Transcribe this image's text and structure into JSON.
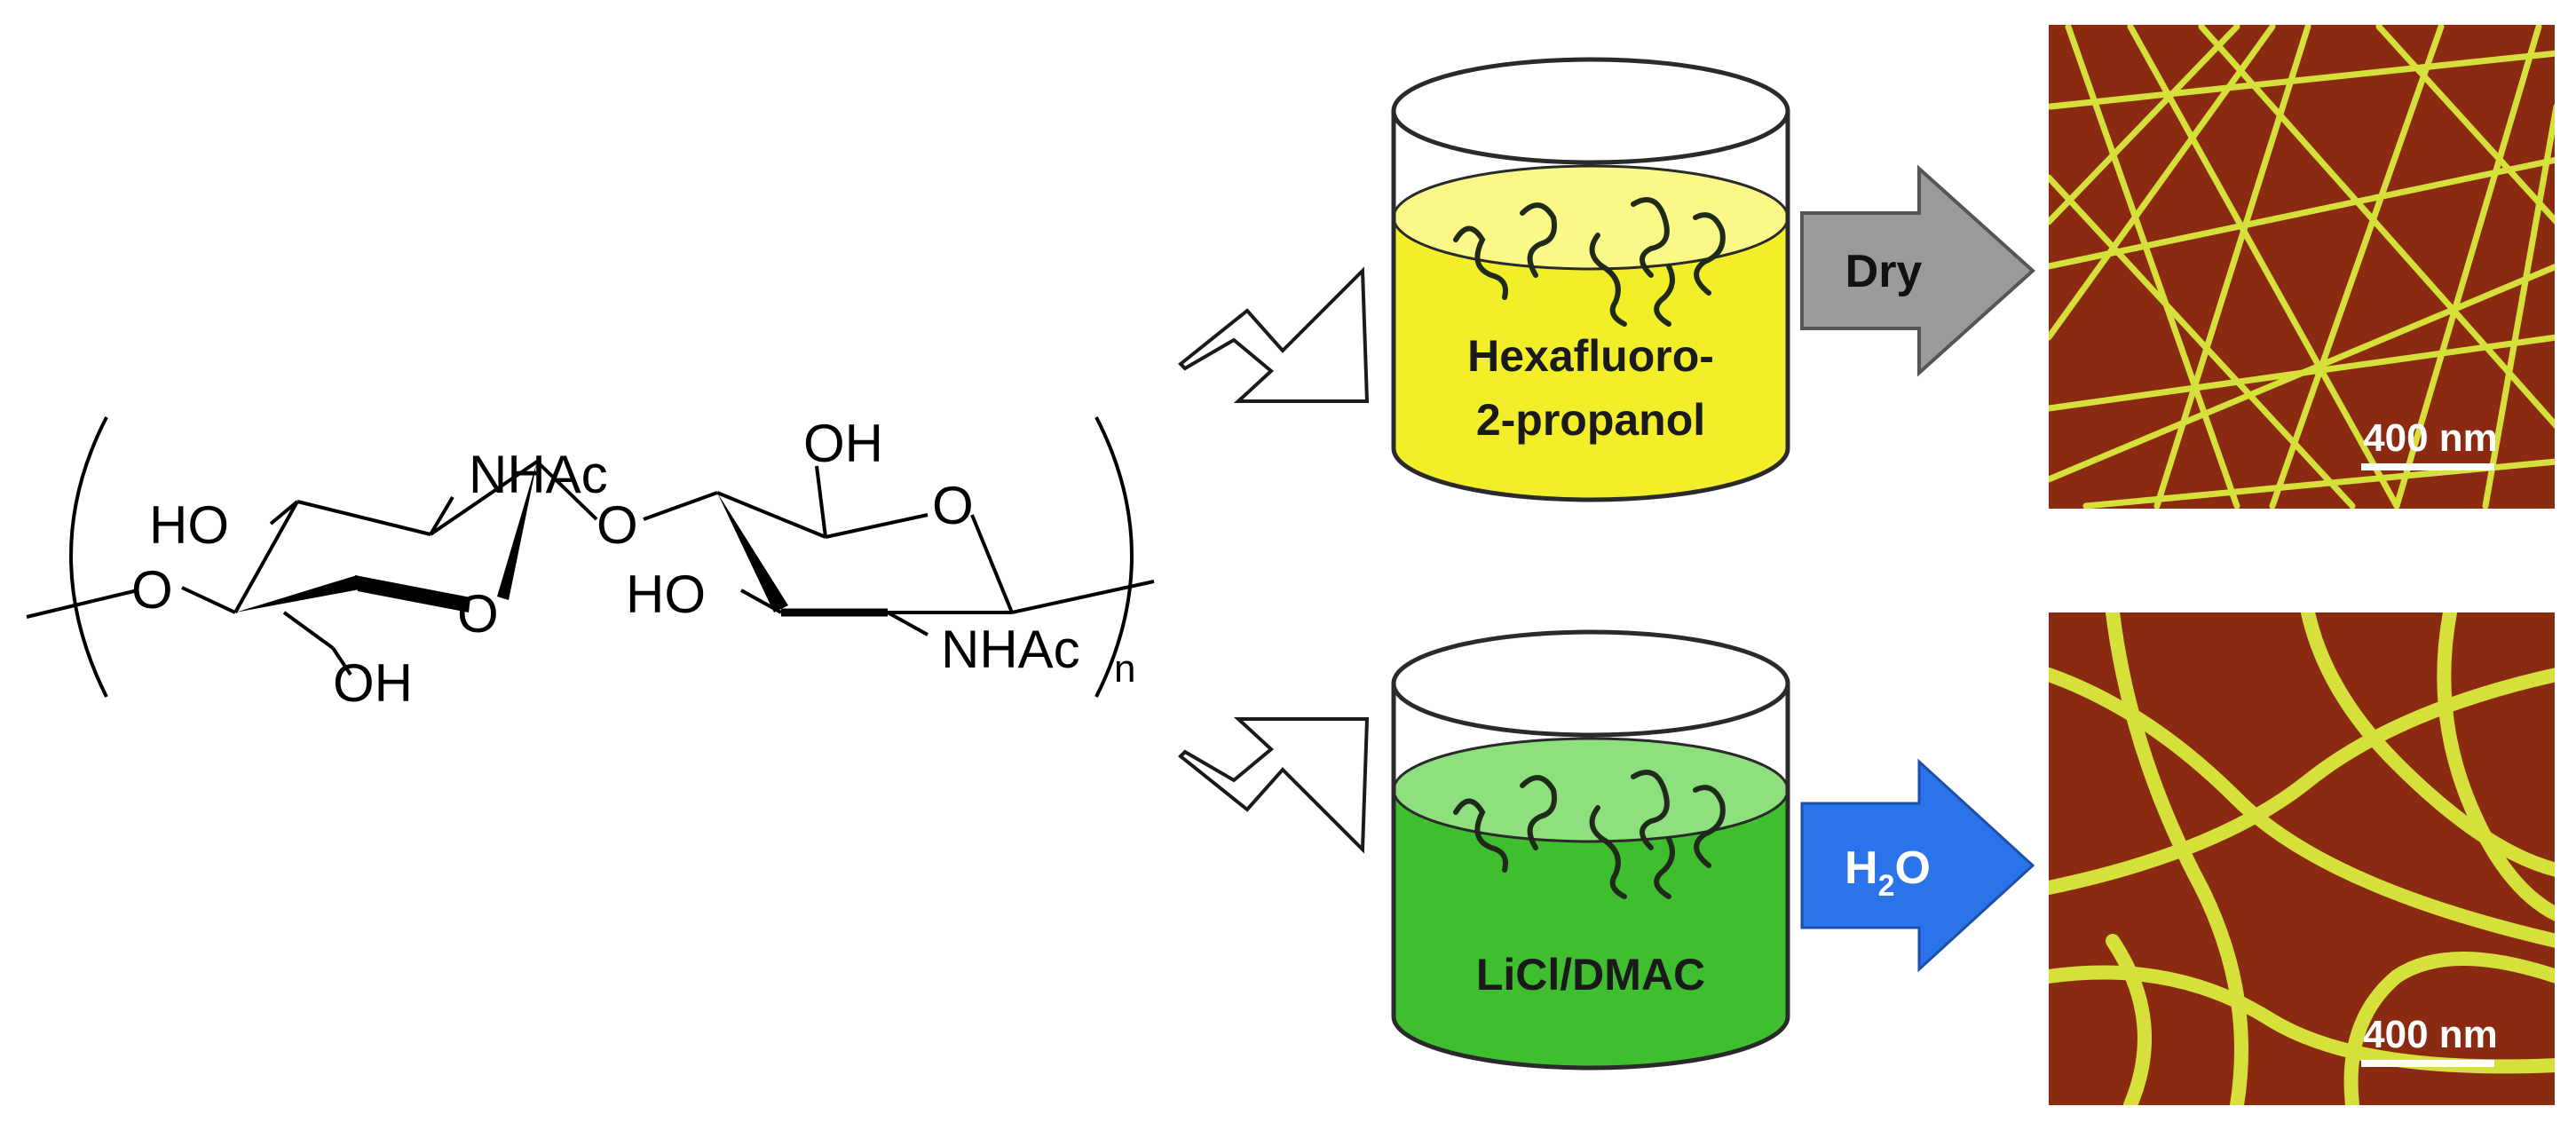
{
  "structure": {
    "ho_top_left": "HO",
    "nhac_top": "NHAc",
    "o_left": "O",
    "o_ring_left": "O",
    "oh_bottom_left": "OH",
    "o_bridge": "O",
    "oh_top_right": "OH",
    "o_ring_right": "O",
    "ho_right": "HO",
    "nhac_bottom": "NHAc",
    "repeat_n": "n"
  },
  "beakers": {
    "top": {
      "label_line1": "Hexafluoro-",
      "label_line2": "2-propanol",
      "color": "#f2ef2a"
    },
    "bottom": {
      "label_line1": "LiCl/DMAC",
      "color": "#3fbf30"
    }
  },
  "arrows": {
    "top": {
      "label": "Dry",
      "color": "#9a9a9a"
    },
    "bottom": {
      "label_main": "H",
      "label_sub": "2",
      "label_end": "O",
      "color": "#2a73e8"
    }
  },
  "micrographs": {
    "top": {
      "scale": "400 nm",
      "background": "#8a2a10",
      "fiber": "#d6e03a"
    },
    "bottom": {
      "scale": "400 nm",
      "background": "#8a2a10",
      "fiber": "#d6e03a"
    }
  }
}
